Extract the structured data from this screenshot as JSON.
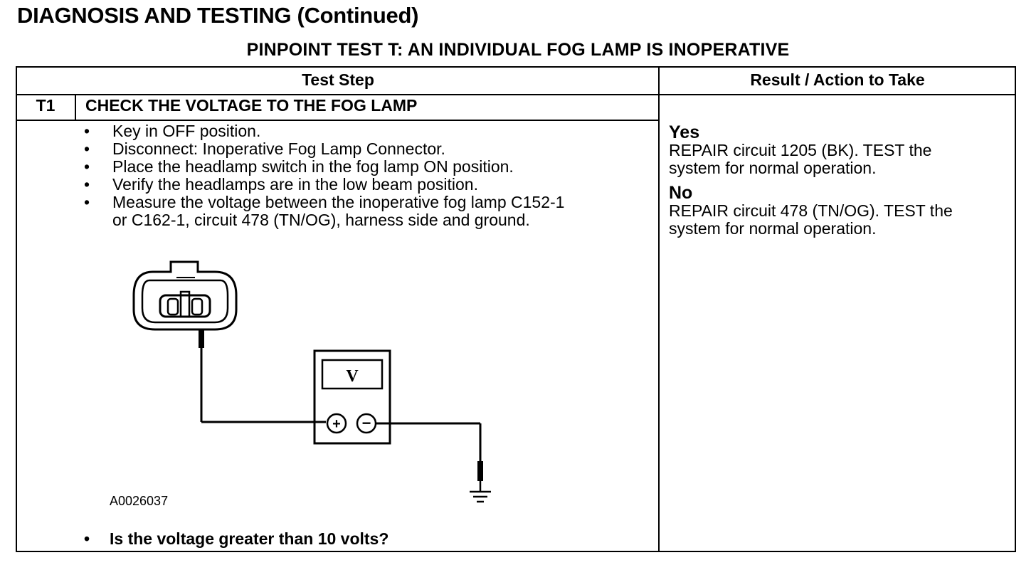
{
  "header": {
    "title": "DIAGNOSIS AND TESTING (Continued)"
  },
  "test": {
    "title": "PINPOINT TEST T: AN INDIVIDUAL FOG LAMP IS INOPERATIVE",
    "columns": {
      "step": "Test Step",
      "result": "Result / Action to Take"
    },
    "step": {
      "id": "T1",
      "title": "CHECK THE VOLTAGE TO THE FOG LAMP",
      "bullets": [
        "Key in OFF position.",
        "Disconnect: Inoperative Fog Lamp Connector.",
        "Place the headlamp switch in the fog lamp ON position.",
        "Verify the headlamps are in the low beam position.",
        "Measure the voltage between the inoperative fog lamp C152-1",
        "or C162-1, circuit 478 (TN/OG), harness side and ground."
      ],
      "figure_id": "A0026037",
      "question": "Is the voltage greater than 10 volts?",
      "meter_label": "V",
      "meter_plus": "+",
      "meter_minus": "−"
    },
    "results": [
      {
        "label": "Yes",
        "lines": [
          "REPAIR circuit 1205 (BK). TEST the",
          "system for normal operation."
        ]
      },
      {
        "label": "No",
        "lines": [
          "REPAIR circuit 478 (TN/OG). TEST the",
          "system for normal operation."
        ]
      }
    ]
  }
}
